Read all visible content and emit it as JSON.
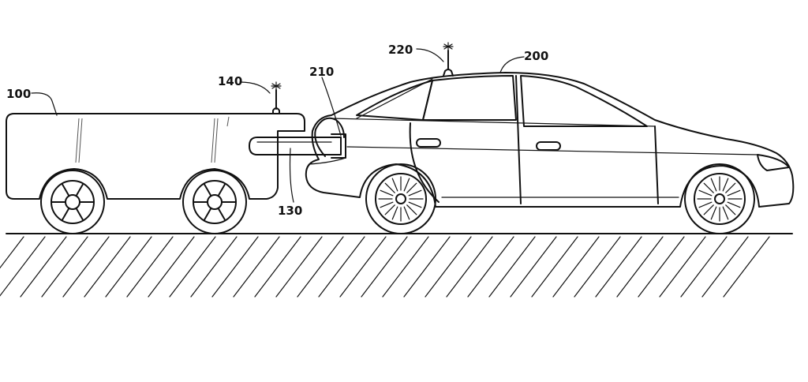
{
  "figure": {
    "labels": {
      "device": "100",
      "arm": "130",
      "device_antenna": "140",
      "vehicle": "200",
      "port": "210",
      "vehicle_antenna": "220"
    }
  },
  "colors": {
    "line": "#111111",
    "background": "#ffffff"
  }
}
